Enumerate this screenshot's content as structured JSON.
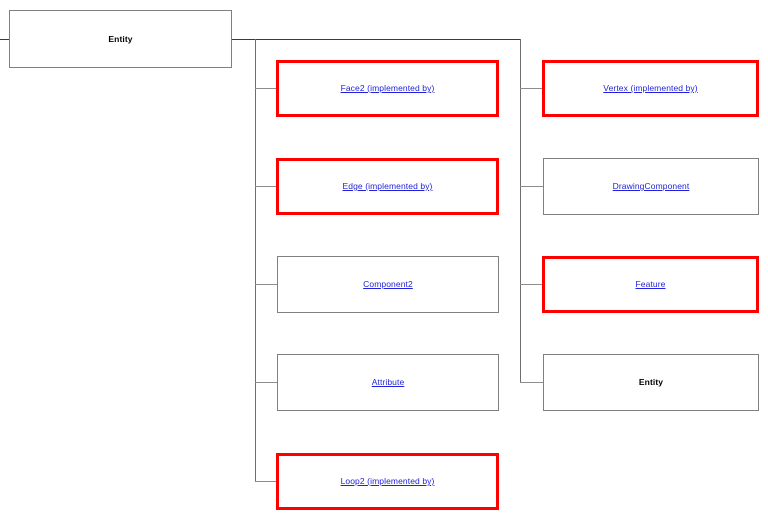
{
  "diagram": {
    "type": "hierarchy-tree",
    "title": "Entity",
    "orientation": "left-to-right",
    "colors": {
      "highlight_border": "#FF0000",
      "plain_border": "#808080",
      "link_text": "#2222DD",
      "plain_text": "#000000",
      "connector_dark": "#3a3a3a",
      "connector_mid": "#6e6e6e",
      "background": "#FFFFFF"
    },
    "root": {
      "label": "Entity",
      "style": "plain",
      "text_style": "strong"
    },
    "column_one": [
      {
        "label": "Face2 (implemented by)",
        "style": "highlight",
        "text_style": "link"
      },
      {
        "label": "Edge (implemented by)",
        "style": "highlight",
        "text_style": "link"
      },
      {
        "label": "Component2",
        "style": "plain",
        "text_style": "link"
      },
      {
        "label": "Attribute",
        "style": "plain",
        "text_style": "link"
      },
      {
        "label": "Loop2 (implemented by)",
        "style": "highlight",
        "text_style": "link"
      }
    ],
    "column_two": [
      {
        "label": "Vertex (implemented by)",
        "style": "highlight",
        "text_style": "link"
      },
      {
        "label": "DrawingComponent",
        "style": "plain",
        "text_style": "link"
      },
      {
        "label": "Feature",
        "style": "highlight",
        "text_style": "link"
      },
      {
        "label": "Entity",
        "style": "plain",
        "text_style": "strong"
      }
    ]
  }
}
